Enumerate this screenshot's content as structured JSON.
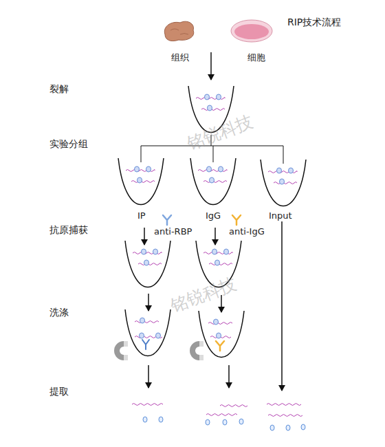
{
  "diagram": {
    "title": "RIP技术流程",
    "labels": [
      "组织",
      "细胞",
      "裂解",
      "实验分组",
      "IP",
      "anti-RBP",
      "IgG",
      "anti-IgG",
      "Input",
      "抗原捕获",
      "洗涤",
      "提取",
      "铭锐科技",
      "铭锐科技"
    ]
  }
}
